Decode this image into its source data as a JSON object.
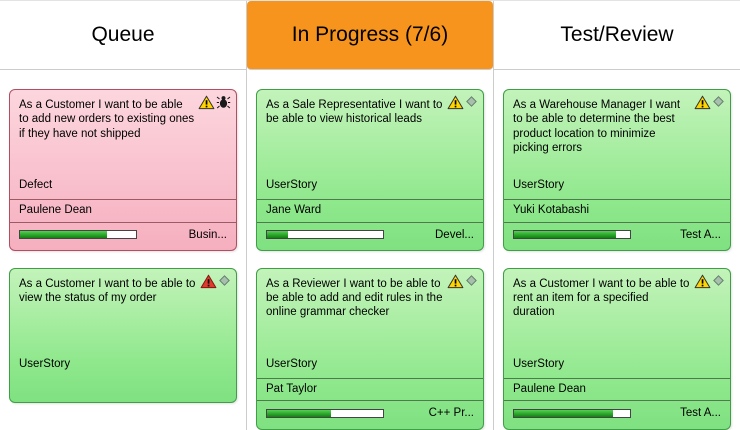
{
  "board": {
    "columns": [
      {
        "title": "Queue",
        "cards": [
          {
            "title": "As a Customer I want to be able to add new orders to existing ones if they have not shipped",
            "type": "Defect",
            "assignee": "Paulene Dean",
            "progress": 75,
            "progress_label": "Busin...",
            "color": "pink",
            "icons": [
              "warning-icon",
              "bug-icon"
            ]
          },
          {
            "title": "As a Customer I want to be able to view the status of my order",
            "type": "UserStory",
            "color": "green",
            "icons": [
              "error-icon",
              "diamond-icon"
            ]
          }
        ]
      },
      {
        "title": "In Progress (7/6)",
        "cards": [
          {
            "title": "As a Sale Representative I want to be able to view historical leads",
            "type": "UserStory",
            "assignee": "Jane Ward",
            "progress": 18,
            "progress_label": "Devel...",
            "color": "green",
            "icons": [
              "warning-icon",
              "diamond-icon"
            ]
          },
          {
            "title": "As a Reviewer I want to be able to be able to add and edit rules in the online grammar checker",
            "type": "UserStory",
            "assignee": "Pat Taylor",
            "progress": 55,
            "progress_label": "C++ Pr...",
            "color": "green",
            "icons": [
              "warning-icon",
              "diamond-icon"
            ]
          }
        ]
      },
      {
        "title": "Test/Review",
        "cards": [
          {
            "title": "As a Warehouse Manager I want to be able to determine the best product location to minimize picking errors",
            "type": "UserStory",
            "assignee": "Yuki Kotabashi",
            "progress": 88,
            "progress_label": "Test A...",
            "color": "green",
            "icons": [
              "warning-icon",
              "diamond-icon"
            ]
          },
          {
            "title": "As a Customer I want to be able to rent an item for a specified duration",
            "type": "UserStory",
            "assignee": "Paulene Dean",
            "progress": 85,
            "progress_label": "Test A...",
            "color": "green",
            "icons": [
              "warning-icon",
              "diamond-icon"
            ]
          }
        ]
      }
    ]
  },
  "colors": {
    "in_progress_header": "#F7941E",
    "card_green_border": "#3f9e46",
    "card_pink_border": "#b24e62",
    "progress_fill": "#0e820e",
    "warning_yellow": "#ffd400",
    "error_red": "#e23b2e"
  }
}
